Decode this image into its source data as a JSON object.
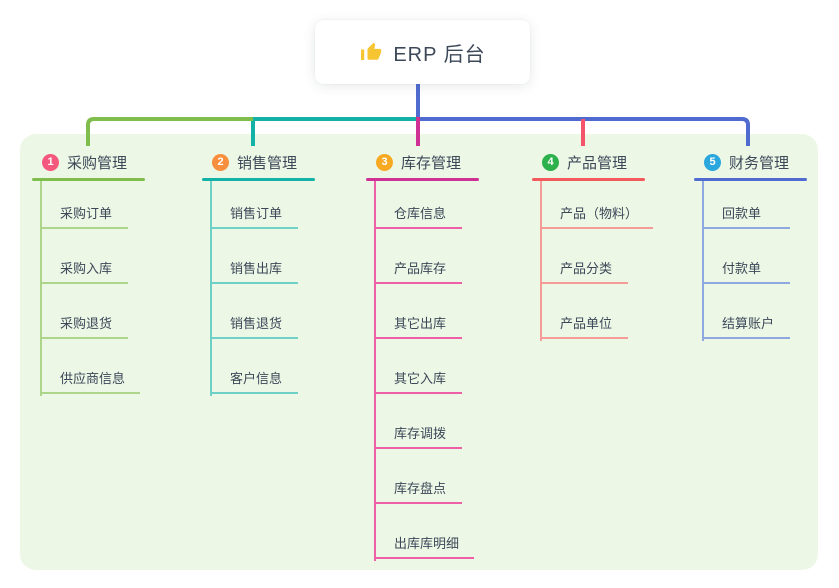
{
  "root": {
    "label": "ERP 后台",
    "icon": "thumbs-up-icon",
    "icon_color": "#f7c531",
    "text_color": "#3c4858"
  },
  "panel": {
    "background": "#ecf7e6"
  },
  "connectors": {
    "green": "#7fbe4c",
    "teal": "#14b2a6",
    "blue": "#4f6bd0",
    "magenta": "#ce3193",
    "red": "#f4556a"
  },
  "branches": [
    {
      "badge": "1",
      "label": "采购管理",
      "badge_color": "#f4587c",
      "line_color": "#7fbe4c",
      "child_line_color": "#aed68a",
      "children": [
        "采购订单",
        "采购入库",
        "采购退货",
        "供应商信息"
      ]
    },
    {
      "badge": "2",
      "label": "销售管理",
      "badge_color": "#f78f3e",
      "line_color": "#14b2a6",
      "child_line_color": "#6fd1c6",
      "children": [
        "销售订单",
        "销售出库",
        "销售退货",
        "客户信息"
      ]
    },
    {
      "badge": "3",
      "label": "库存管理",
      "badge_color": "#f7a922",
      "line_color": "#ce3193",
      "child_line_color": "#ee5fa7",
      "children": [
        "仓库信息",
        "产品库存",
        "其它出库",
        "其它入库",
        "库存调拨",
        "库存盘点",
        "出库库明细"
      ]
    },
    {
      "badge": "4",
      "label": "产品管理",
      "badge_color": "#2db14d",
      "line_color": "#f4595e",
      "child_line_color": "#f59b98",
      "children": [
        "产品（物料）",
        "产品分类",
        "产品单位"
      ]
    },
    {
      "badge": "5",
      "label": "财务管理",
      "badge_color": "#2aa7dd",
      "line_color": "#4f6bd0",
      "child_line_color": "#8fa9e0",
      "children": [
        "回款单",
        "付款单",
        "结算账户"
      ]
    }
  ]
}
